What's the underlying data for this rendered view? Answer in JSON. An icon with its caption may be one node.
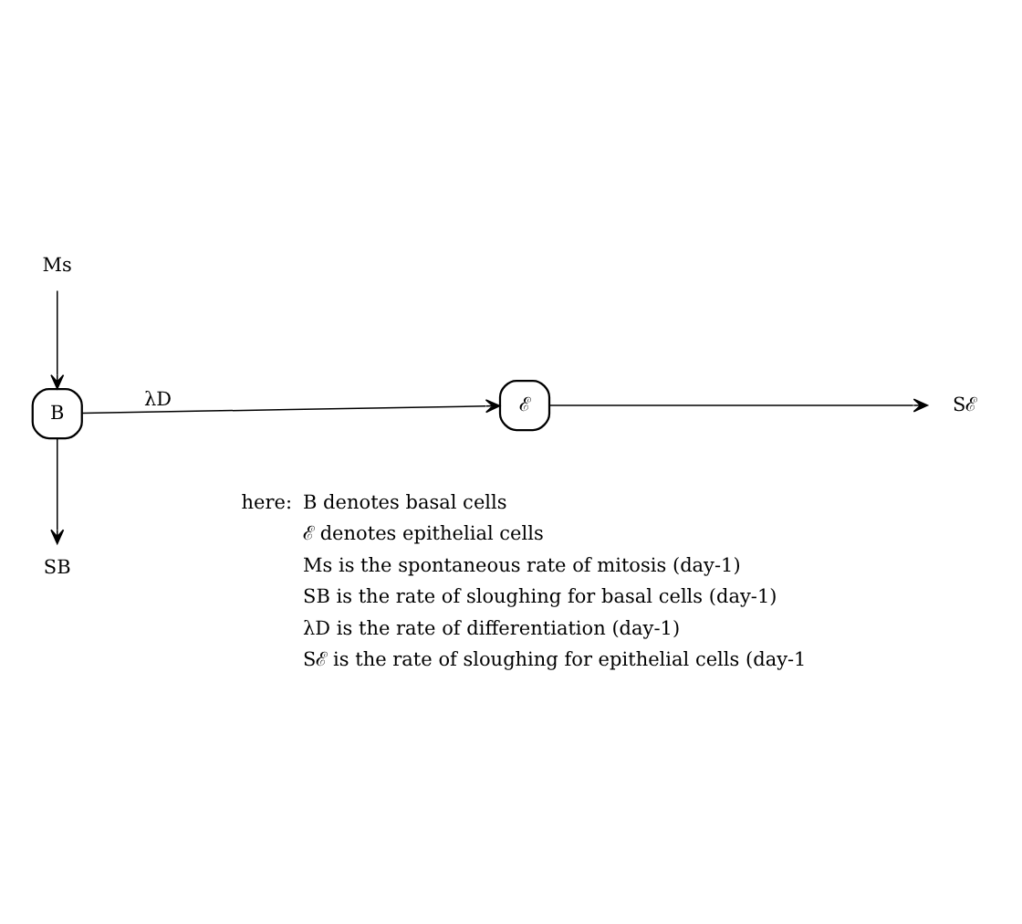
{
  "diagram": {
    "nodes": [
      {
        "text": [
          "Ms"
        ]
      },
      {
        "text": [
          "B"
        ]
      },
      {
        "text": [
          "ℰ"
        ]
      },
      {
        "text": [
          "SB"
        ]
      },
      {
        "text": [
          "Sℰ"
        ]
      }
    ],
    "edges": [
      {
        "from": 0,
        "to": 1,
        "arrow": "to"
      },
      {
        "from": 1,
        "to": 2,
        "arrow": "to",
        "label": "λD"
      },
      {
        "from": 2,
        "to": 4,
        "arrow": "to"
      },
      {
        "from": 1,
        "to": 3,
        "arrow": "to"
      }
    ],
    "labels": [
      "here:",
      "B denotes basal cells",
      "ℰ denotes epithelial cells",
      "Ms is the spontaneous rate of mitosis (day-1)",
      "SB is the rate of sloughing for basal cells (day-1)",
      "λD is the rate of differentiation (day-1)",
      "Sℰ is the rate of sloughing for epithelial cells (day-1"
    ]
  }
}
